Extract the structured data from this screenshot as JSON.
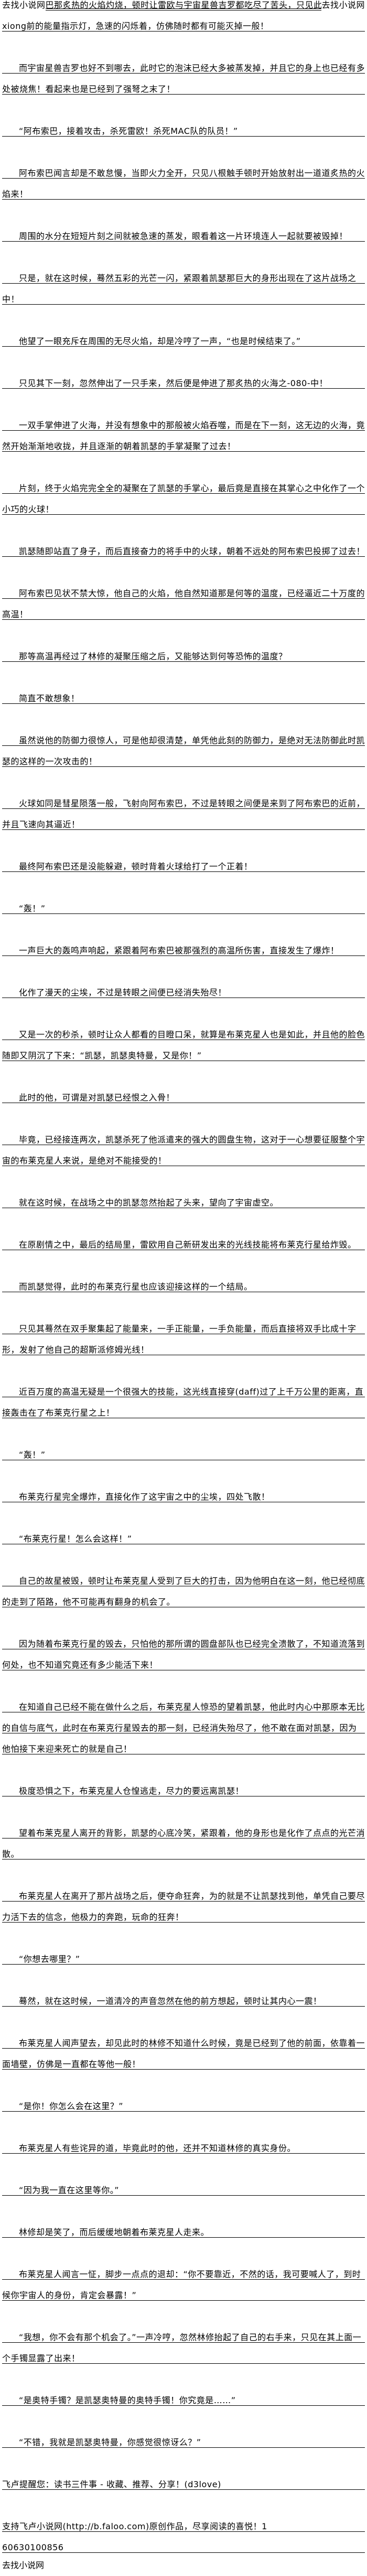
{
  "site_name": "去找小说网",
  "top_fragment": "巴那炙热的火焰灼烧，顿时让雷欧与宇宙星兽吉罗都吃尽了苦头，只见此时",
  "top_continuation": "xiong前的能量指示灯，急速的闪烁着，仿佛随时都有可能灭掉一般！",
  "paragraphs": [
    "而宇宙星兽吉罗也好不到哪去，此时它的泡沫已经大多被蒸发掉，并且它的身上也已经有多处被烧焦！看起来也是已经到了强弩之末了！",
    "“阿布索巴，接着攻击，杀死雷欧！杀死MAC队的队员！”",
    "阿布索巴闻言却是不敢怠慢，当即火力全开，只见八根触手顿时开始放射出一道道炙热的火焰来！",
    "周围的水分在短短片刻之间就被急速的蒸发，眼看着这一片环境连人一起就要被毁掉！",
    "只是，就在这时候，蓦然五彩的光芒一闪，紧跟着凯瑟那巨大的身形出现在了这片战场之中！",
    "他望了一眼充斥在周围的无尽火焰，却是冷哼了一声，“也是时候结束了。”",
    "只见其下一刻，忽然伸出了一只手来，然后便是伸进了那炙热的火海之-080-中！",
    "一双手掌伸进了火海，并没有想象中的那般被火焰吞噬，而是在下一刻，这无边的火海，竟然开始渐渐地收拢，并且逐渐的朝着凯瑟的手掌凝聚了过去！",
    "片刻，终于火焰完完全全的凝聚在了凯瑟的手掌心，最后竟是直接在其掌心之中化作了一个小巧的火球！",
    "凯瑟随即站直了身子，而后直接奋力的将手中的火球，朝着不远处的阿布索巴投掷了过去！",
    "阿布索巴见状不禁大惊，他自己的火焰，他自然知道那是何等的温度，已经逼近二十万度的高温！",
    "那等高温再经过了林修的凝聚压缩之后，又能够达到何等恐怖的温度？",
    "简直不敢想象！",
    "虽然说他的防御力很惊人，可是他却很清楚，单凭他此刻的防御力，是绝对无法防御此时凯瑟的这样的一次攻击的！",
    "火球如同是彗星陨落一般，飞射向阿布索巴，不过是转眼之间便是来到了阿布索巴的近前，并且飞速向其逼近！",
    "最终阿布索巴还是没能躲避，顿时背着火球给打了一个正着！",
    "“轰！”",
    "一声巨大的轰鸣声响起，紧跟着阿布索巴被那强烈的高温所伤害，直接发生了爆炸！",
    "化作了漫天的尘埃，不过是转眼之间便已经消失殆尽！",
    "又是一次的秒杀，顿时让众人都看的目瞪口呆，就算是布莱克星人也是如此，并且他的脸色随即又阴沉了下来：“凯瑟，凯瑟奥特曼，又是你！”",
    "此时的他，可谓是对凯瑟已经恨之入骨！",
    "毕竟，已经接连两次，凯瑟杀死了他派遣来的强大的圆盘生物，这对于一心想要征服整个宇宙的布莱克星人来说，是绝对不能接受的！",
    "就在这时候，在战场之中的凯瑟忽然抬起了头来，望向了宇宙虚空。",
    "在原剧情之中，最后的结局里，雷欧用自己新研发出来的光线技能将布莱克行星给炸毁。",
    "而凯瑟觉得，此时的布莱克行星也应该迎接这样的一个结局。",
    "只见其蓦然在双手聚集起了能量来，一手正能量，一手负能量，而后直接将双手比成十字形，发射了他自己的超斯派修姆光线！",
    "近百万度的高温无疑是一个很强大的技能，这光线直接穿(daff)过了上千万公里的距离，直接轰击在了布莱克行星之上！",
    "“轰！”",
    "布莱克行星完全爆炸，直接化作了这宇宙之中的尘埃，四处飞散！",
    "“布莱克行星！怎么会这样！”",
    "自己的故星被毁，顿时让布莱克星人受到了巨大的打击，因为他明白在这一刻，他已经彻底的走到了陌路，他不可能再有翻身的机会了。",
    "因为随着布莱克行星的毁去，只怕他的那所谓的圆盘部队也已经完全溃散了，不知道流落到何处，也不知道究竟还有多少能活下来！",
    "在知道自己已经不能在做什么之后，布莱克星人惊恐的望着凯瑟，他此时内心中那原本无比的自信与底气，此时在布莱克行星毁去的那一刻，已经消失殆尽了，他不敢在面对凯瑟，因为他怕接下来迎来死亡的就是自己！",
    "极度恐惧之下，布莱克星人仓惶逃走，尽力的要远离凯瑟！",
    "望着布莱克星人离开的背影，凯瑟的心底冷笑，紧跟着，他的身形也是化作了点点的光芒消散。",
    "布莱克星人在离开了那片战场之后，便夺命狂奔，为的就是不让凯瑟找到他，单凭自己要尽力活下去的信念，他极力的奔跑，玩命的狂奔！",
    "“你想去哪里？”",
    "蓦然，就在这时候，一道清冷的声音忽然在他的前方想起，顿时让其内心一震！",
    "布莱克星人闻声望去，却见此时的林修不知道什么时候，竟是已经到了他的前面，依靠着一面墙壁，仿佛是一直都在等他一般！",
    "“是你！你怎么会在这里？”",
    "布莱克星人有些诧异的道，毕竟此时的他，还并不知道林修的真实身份。",
    "“因为我一直在这里等你。”",
    "林修却是笑了，而后缓缓地朝着布莱克星人走来。",
    "布莱克星人闻言一怔，脚步一点点的退却：“你不要靠近，不然的话，我可要喊人了，到时候你宇宙人的身份，肯定会暴露！”",
    "“我想，你不会有那个机会了。”一声冷哼，忽然林修抬起了自己的右手来，只见在其上面一个手镯显露了出来！",
    "“是奥特手镯？是凯瑟奥特曼的奥特手镯！你究竟是……”",
    "“不错，我就是凯瑟奥特曼，你感觉很惊讶么？”"
  ],
  "footer": {
    "reminder": "飞卢提醒您：读书三件事 - 收藏、推荐、分享！(d3love)",
    "support": "支持飞卢小说网(http://b.faloo.com)原创作品，尽享阅读的喜悦！1",
    "code": "60630100856",
    "site_name": "去找小说网"
  }
}
